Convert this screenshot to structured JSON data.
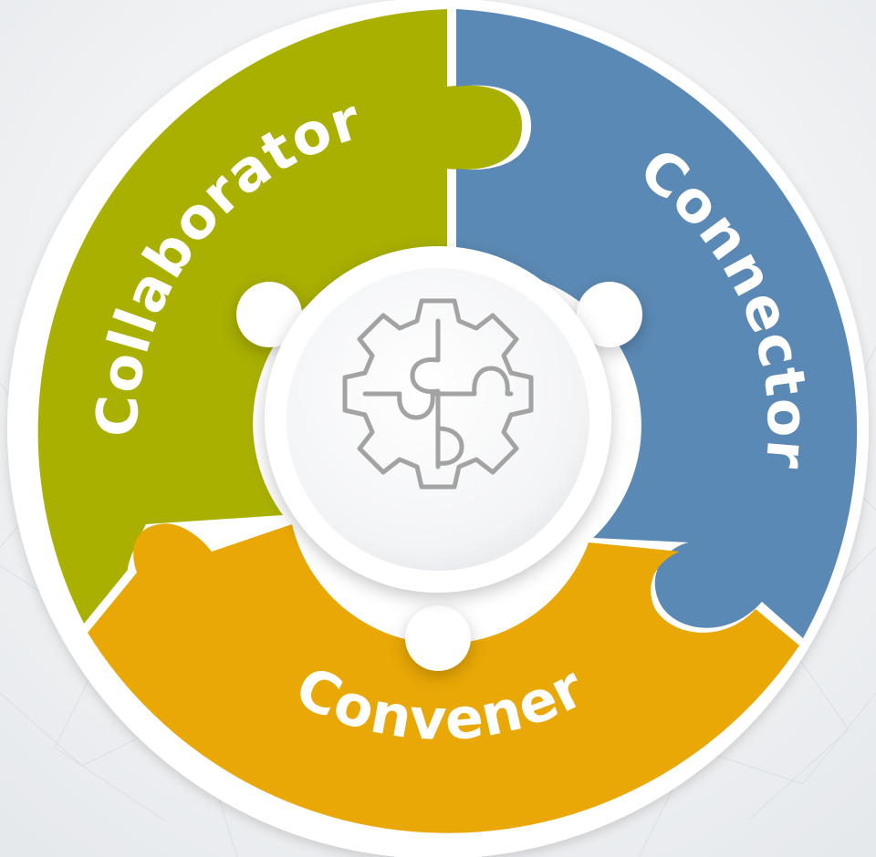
{
  "diagram": {
    "segments": [
      {
        "id": "collaborator",
        "label": "Collaborator",
        "color": "#a9b000"
      },
      {
        "id": "connector",
        "label": "Connector",
        "color": "#5b89b5"
      },
      {
        "id": "convener",
        "label": "Convener",
        "color": "#e9a805"
      }
    ],
    "center_icon": "gear-puzzle-icon",
    "colors": {
      "background": "#f3f5f7",
      "center_disc": "#f4f5f7",
      "icon_stroke": "#a3a3a3",
      "separator": "#ffffff"
    }
  }
}
